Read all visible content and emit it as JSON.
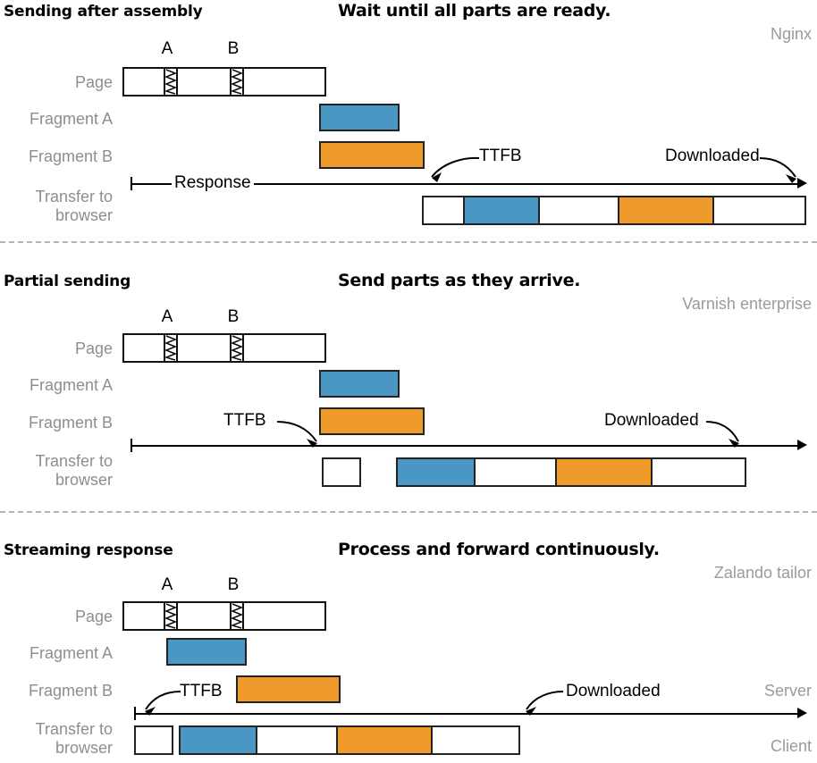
{
  "diagram": {
    "title_visible": false,
    "colors": {
      "fragment_a": "#4a97c4",
      "fragment_b": "#ee9b2c",
      "label_gray": "#8e8e8e",
      "vendor_gray": "#9a9a9a",
      "outline": "#222222",
      "divider": "#b4b4b4"
    },
    "row_labels": {
      "page": "Page",
      "fragment_a": "Fragment A",
      "fragment_b": "Fragment B",
      "transfer_line1": "Transfer to",
      "transfer_line2": "browser"
    },
    "markers": {
      "a": "A",
      "b": "B",
      "ttfb": "TTFB",
      "downloaded": "Downloaded",
      "response": "Response",
      "server": "Server",
      "client": "Client"
    },
    "sections": [
      {
        "id": "sending-after-assembly",
        "title": "Sending after assembly",
        "caption": "Wait until all parts are ready.",
        "vendor": "Nginx",
        "annotations": [
          "Response",
          "TTFB",
          "Downloaded"
        ],
        "transfer_segments": [
          "white",
          "blue",
          "white",
          "orange",
          "white"
        ]
      },
      {
        "id": "partial-sending",
        "title": "Partial sending",
        "caption": "Send parts as they arrive.",
        "vendor": "Varnish enterprise",
        "annotations": [
          "TTFB",
          "Downloaded"
        ],
        "transfer_segments": [
          "white",
          "blue",
          "white",
          "orange",
          "white"
        ]
      },
      {
        "id": "streaming-response",
        "title": "Streaming response",
        "caption": "Process and forward continuously.",
        "vendor": "Zalando tailor",
        "annotations": [
          "TTFB",
          "Downloaded"
        ],
        "transfer_segments": [
          "white",
          "blue",
          "white",
          "orange",
          "white"
        ],
        "lane_labels": [
          "Server",
          "Client"
        ]
      }
    ]
  }
}
